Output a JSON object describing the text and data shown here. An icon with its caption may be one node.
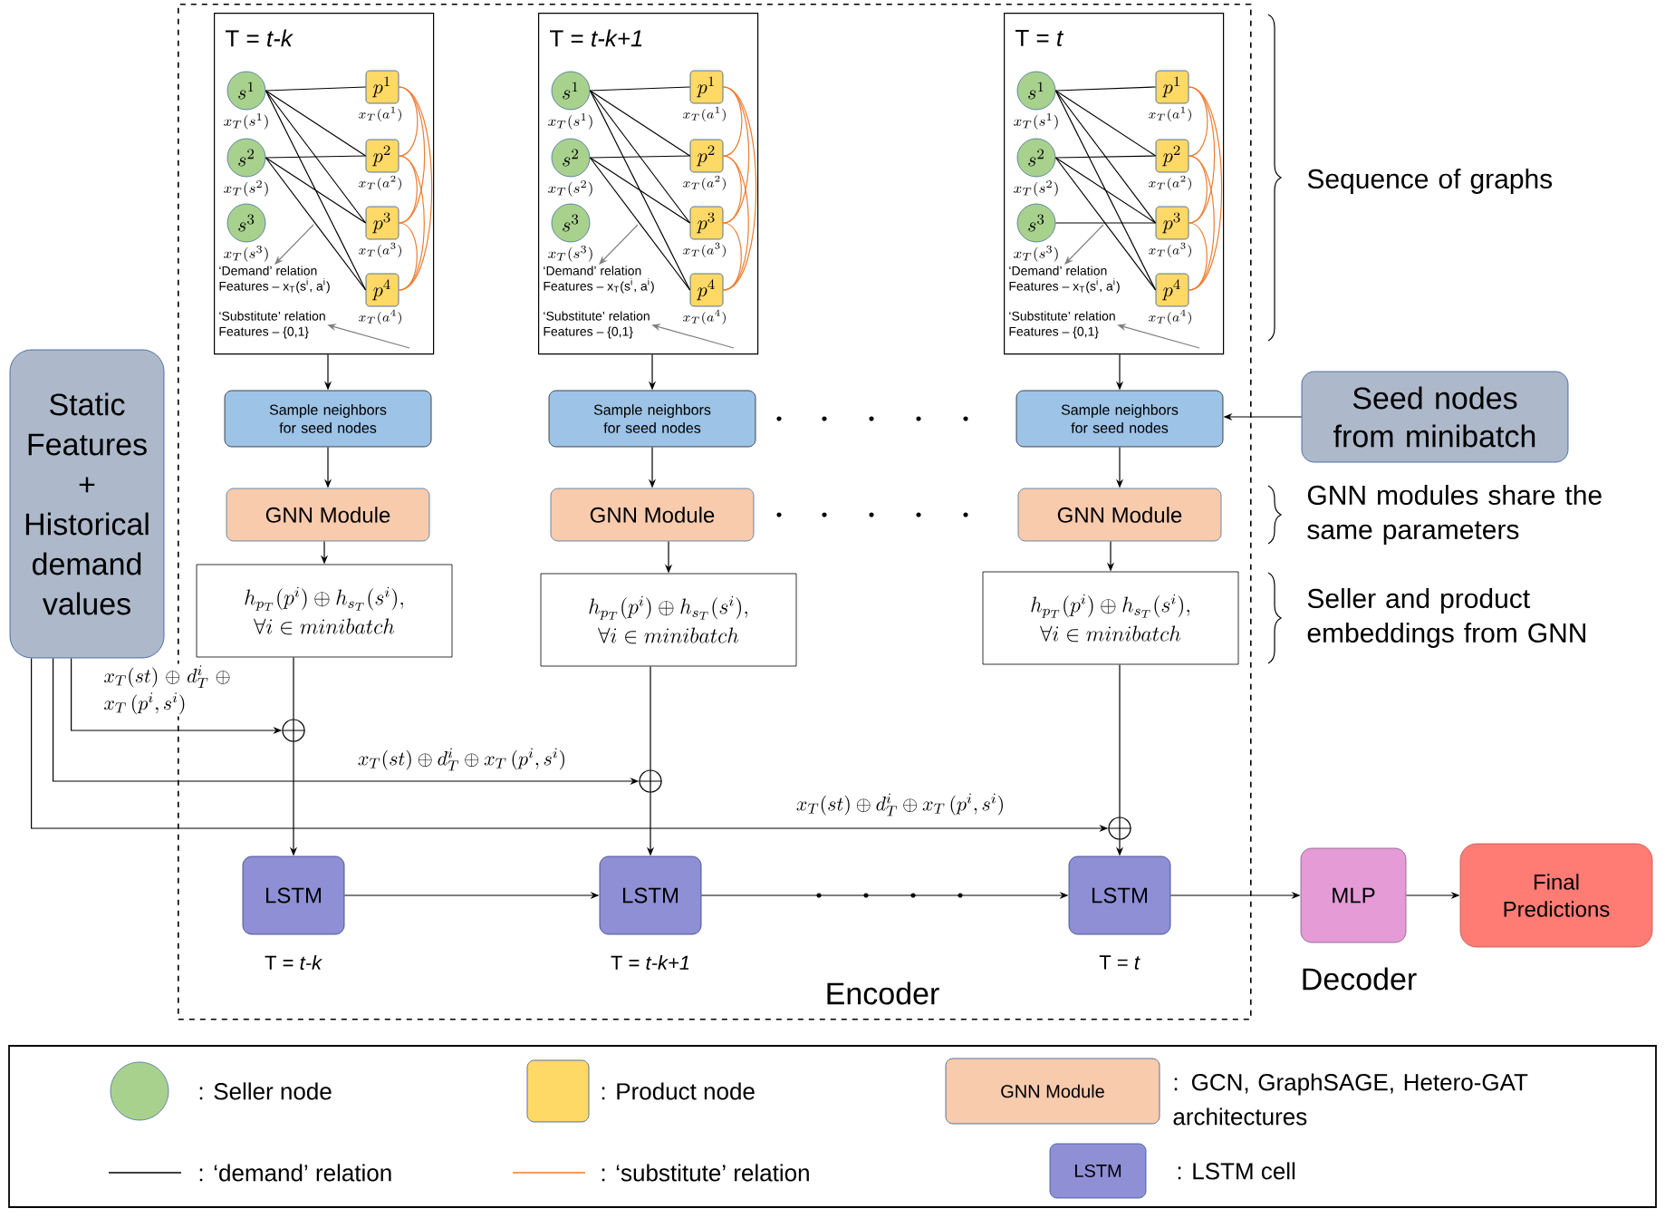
{
  "diagram": {
    "nodes": [
      {
        "text": [
          "Encoder"
        ]
      },
      {
        "text": [
          "T = *t-k*"
        ],
        "in": 0
      },
      {
        "text": [
          "s^1"
        ],
        "beside": [
          "x_T(s^1)"
        ],
        "in": 1
      },
      {
        "text": [
          "s^2"
        ],
        "beside": [
          "x_T(s^2)"
        ],
        "in": 1
      },
      {
        "text": [
          "s^3"
        ],
        "beside": [
          "x_T(s^3)"
        ],
        "in": 1
      },
      {
        "text": [
          "p^1"
        ],
        "beside": [
          "x_T(a^1)"
        ],
        "in": 1
      },
      {
        "text": [
          "p^2"
        ],
        "beside": [
          "x_T(a^2)"
        ],
        "in": 1
      },
      {
        "text": [
          "p^3"
        ],
        "beside": [
          "x_T(a^3)"
        ],
        "in": 1
      },
      {
        "text": [
          "p^4"
        ],
        "beside": [
          "x_T(a^4)"
        ],
        "in": 1
      },
      {
        "text": [
          "‘Demand’ relation",
          "Features – x$_{T}$(s$^{i}$, a$^{i}$)"
        ],
        "in": 1
      },
      {
        "text": [
          "‘Substitute’ relation",
          "Features – {0,1}"
        ],
        "in": 1
      },
      {
        "text": [
          "T = *t-k+1*"
        ],
        "in": 0
      },
      {
        "text": [
          "s^1"
        ],
        "beside": [
          "x_T(s^1)"
        ],
        "in": 11
      },
      {
        "text": [
          "s^2"
        ],
        "beside": [
          "x_T(s^2)"
        ],
        "in": 11
      },
      {
        "text": [
          "s^3"
        ],
        "beside": [
          "x_T(s^3)"
        ],
        "in": 11
      },
      {
        "text": [
          "p^1"
        ],
        "beside": [
          "x_T(a^1)"
        ],
        "in": 11
      },
      {
        "text": [
          "p^2"
        ],
        "beside": [
          "x_T(a^2)"
        ],
        "in": 11
      },
      {
        "text": [
          "p^3"
        ],
        "beside": [
          "x_T(a^3)"
        ],
        "in": 11
      },
      {
        "text": [
          "p^4"
        ],
        "beside": [
          "x_T(a^4)"
        ],
        "in": 11
      },
      {
        "text": [
          "‘Demand’ relation",
          "Features – x$_{T}$(s$^{i}$, a$^{i}$)"
        ],
        "in": 11
      },
      {
        "text": [
          "‘Substitute’ relation",
          "Features – {0,1}"
        ],
        "in": 11
      },
      {
        "text": [
          "T = *t*"
        ],
        "in": 0
      },
      {
        "text": [
          "s^1"
        ],
        "beside": [
          "x_T(s^1)"
        ],
        "in": 21
      },
      {
        "text": [
          "s^2"
        ],
        "beside": [
          "x_T(s^2)"
        ],
        "in": 21
      },
      {
        "text": [
          "s^3"
        ],
        "beside": [
          "x_T(s^3)"
        ],
        "in": 21
      },
      {
        "text": [
          "p^1"
        ],
        "beside": [
          "x_T(a^1)"
        ],
        "in": 21
      },
      {
        "text": [
          "p^2"
        ],
        "beside": [
          "x_T(a^2)"
        ],
        "in": 21
      },
      {
        "text": [
          "p^3"
        ],
        "beside": [
          "x_T(a^3)"
        ],
        "in": 21
      },
      {
        "text": [
          "p^4"
        ],
        "beside": [
          "x_T(a^4)"
        ],
        "in": 21
      },
      {
        "text": [
          "‘Demand’ relation",
          "Features – x$_{T}$(s$^{i}$, a$^{i}$)"
        ],
        "in": 21
      },
      {
        "text": [
          "‘Substitute’ relation",
          "Features – {0,1}"
        ],
        "in": 21
      },
      {
        "text": [
          "Sample neighbors for seed nodes"
        ],
        "in": 0
      },
      {
        "text": [
          "Sample neighbors for seed nodes"
        ],
        "in": 0
      },
      {
        "text": [
          "Sample neighbors for seed nodes"
        ],
        "in": 0
      },
      {
        "text": [
          "Seed nodes from minibatch"
        ]
      },
      {
        "text": [
          "GNN Module"
        ],
        "in": 0
      },
      {
        "text": [
          "GNN Module"
        ],
        "in": 0
      },
      {
        "text": [
          "GNN Module"
        ],
        "in": 0
      },
      {
        "text": [
          "h_{p_T}(p^i) \\oplus h_{s_T}(s^i),",
          "\\forall i \\in minibatch"
        ],
        "in": 0
      },
      {
        "text": [
          "h_{p_T}(p^i) \\oplus h_{s_T}(s^i),",
          "\\forall i \\in minibatch"
        ],
        "in": 0
      },
      {
        "text": [
          "h_{p_T}(p^i) \\oplus h_{s_T}(s^i),",
          "\\forall i \\in minibatch"
        ],
        "in": 0
      },
      {
        "text": [
          "Static Features + Historical demand values"
        ]
      },
      {
        "text": [],
        "shape": "circle",
        "in": 0
      },
      {
        "text": [],
        "shape": "circle",
        "in": 0
      },
      {
        "text": [],
        "shape": "circle",
        "in": 0
      },
      {
        "text": [
          "LSTM"
        ],
        "beside": [
          "T = *t-k*"
        ],
        "in": 0
      },
      {
        "text": [
          "LSTM"
        ],
        "beside": [
          "T = *t-k+1*"
        ],
        "in": 0
      },
      {
        "text": [
          "LSTM"
        ],
        "beside": [
          "T = *t*"
        ],
        "in": 0
      },
      {
        "text": [
          "MLP"
        ]
      },
      {
        "text": [
          "Final Predictions"
        ]
      }
    ],
    "edges": [
      {
        "from": 2,
        "to": 5,
        "arrow": "none"
      },
      {
        "from": 2,
        "to": 6,
        "arrow": "none"
      },
      {
        "from": 2,
        "to": 7,
        "arrow": "none"
      },
      {
        "from": 2,
        "to": 8,
        "arrow": "none"
      },
      {
        "from": 3,
        "to": 6,
        "arrow": "none"
      },
      {
        "from": 3,
        "to": 7,
        "arrow": "none"
      },
      {
        "from": 3,
        "to": 8,
        "arrow": "none"
      },
      {
        "from": 5,
        "to": 6,
        "arrow": "none",
        "color": "#ed7d31"
      },
      {
        "from": 6,
        "to": 7,
        "arrow": "none",
        "color": "#ed7d31"
      },
      {
        "from": 7,
        "to": 8,
        "arrow": "none",
        "color": "#ed7d31"
      },
      {
        "from": 5,
        "to": 7,
        "arrow": "none",
        "color": "#ed7d31"
      },
      {
        "from": 6,
        "to": 8,
        "arrow": "none",
        "color": "#ed7d31"
      },
      {
        "from": 5,
        "to": 8,
        "arrow": "none",
        "color": "#ed7d31"
      },
      {
        "from": null,
        "to": 9,
        "arrow": "to",
        "color": "#7f7f7f"
      },
      {
        "from": null,
        "to": 10,
        "arrow": "to",
        "color": "#7f7f7f"
      },
      {
        "from": 12,
        "to": 15,
        "arrow": "none"
      },
      {
        "from": 12,
        "to": 16,
        "arrow": "none"
      },
      {
        "from": 12,
        "to": 17,
        "arrow": "none"
      },
      {
        "from": 12,
        "to": 18,
        "arrow": "none"
      },
      {
        "from": 13,
        "to": 16,
        "arrow": "none"
      },
      {
        "from": 13,
        "to": 17,
        "arrow": "none"
      },
      {
        "from": 13,
        "to": 18,
        "arrow": "none"
      },
      {
        "from": 15,
        "to": 16,
        "arrow": "none",
        "color": "#ed7d31"
      },
      {
        "from": 16,
        "to": 17,
        "arrow": "none",
        "color": "#ed7d31"
      },
      {
        "from": 17,
        "to": 18,
        "arrow": "none",
        "color": "#ed7d31"
      },
      {
        "from": 15,
        "to": 17,
        "arrow": "none",
        "color": "#ed7d31"
      },
      {
        "from": 16,
        "to": 18,
        "arrow": "none",
        "color": "#ed7d31"
      },
      {
        "from": 15,
        "to": 18,
        "arrow": "none",
        "color": "#ed7d31"
      },
      {
        "from": null,
        "to": 19,
        "arrow": "to",
        "color": "#7f7f7f"
      },
      {
        "from": null,
        "to": 20,
        "arrow": "to",
        "color": "#7f7f7f"
      },
      {
        "from": 22,
        "to": 25,
        "arrow": "none"
      },
      {
        "from": 22,
        "to": 26,
        "arrow": "none"
      },
      {
        "from": 22,
        "to": 27,
        "arrow": "none"
      },
      {
        "from": 22,
        "to": 28,
        "arrow": "none"
      },
      {
        "from": 23,
        "to": 26,
        "arrow": "none"
      },
      {
        "from": 23,
        "to": 27,
        "arrow": "none"
      },
      {
        "from": 23,
        "to": 28,
        "arrow": "none"
      },
      {
        "from": 24,
        "to": 27,
        "arrow": "none"
      },
      {
        "from": 25,
        "to": 26,
        "arrow": "none",
        "color": "#ed7d31"
      },
      {
        "from": 26,
        "to": 27,
        "arrow": "none",
        "color": "#ed7d31"
      },
      {
        "from": 27,
        "to": 28,
        "arrow": "none",
        "color": "#ed7d31"
      },
      {
        "from": 25,
        "to": 27,
        "arrow": "none",
        "color": "#ed7d31"
      },
      {
        "from": 26,
        "to": 28,
        "arrow": "none",
        "color": "#ed7d31"
      },
      {
        "from": 25,
        "to": 28,
        "arrow": "none",
        "color": "#ed7d31"
      },
      {
        "from": null,
        "to": 29,
        "arrow": "to",
        "color": "#7f7f7f"
      },
      {
        "from": null,
        "to": 30,
        "arrow": "to",
        "color": "#7f7f7f"
      },
      {
        "from": 1,
        "to": 31,
        "arrow": "to"
      },
      {
        "from": 11,
        "to": 32,
        "arrow": "to"
      },
      {
        "from": 21,
        "to": 33,
        "arrow": "to"
      },
      {
        "from": 34,
        "to": 33,
        "arrow": "to"
      },
      {
        "from": 31,
        "to": 35,
        "arrow": "to"
      },
      {
        "from": 32,
        "to": 36,
        "arrow": "to"
      },
      {
        "from": 33,
        "to": 37,
        "arrow": "to"
      },
      {
        "from": 35,
        "to": 38,
        "arrow": "to"
      },
      {
        "from": 36,
        "to": 39,
        "arrow": "to"
      },
      {
        "from": 37,
        "to": 40,
        "arrow": "to"
      },
      {
        "from": 38,
        "to": 42,
        "arrow": "none"
      },
      {
        "from": 39,
        "to": 43,
        "arrow": "none"
      },
      {
        "from": 40,
        "to": 44,
        "arrow": "none"
      },
      {
        "from": 41,
        "to": 42,
        "arrow": "to",
        "label": "x_T(st) \\oplus d_T^i \\oplus x_T\\,(p^i, s^i)"
      },
      {
        "from": 41,
        "to": 43,
        "arrow": "to",
        "label": "x_T(st) \\oplus d_T^i \\oplus x_T\\,(p^i, s^i)"
      },
      {
        "from": 41,
        "to": 44,
        "arrow": "to",
        "label": "x_T(st) \\oplus d_T^i \\oplus x_T\\,(p^i, s^i)"
      },
      {
        "from": 42,
        "to": 45,
        "arrow": "to"
      },
      {
        "from": 43,
        "to": 46,
        "arrow": "to"
      },
      {
        "from": 44,
        "to": 47,
        "arrow": "to"
      },
      {
        "from": 45,
        "to": 46,
        "arrow": "to"
      },
      {
        "from": 46,
        "to": 47,
        "arrow": "to"
      },
      {
        "from": 47,
        "to": 48,
        "arrow": "to"
      },
      {
        "from": 48,
        "to": 49,
        "arrow": "to"
      }
    ],
    "labels": [
      "Sequence of graphs",
      "GNN modules share the same parameters",
      "Seller and product embeddings from GNN",
      "Decoder",
      "GNN Module",
      "LSTM"
    ],
    "legend": [
      {
        "text": ": Seller node",
        "color": "#a9d18e"
      },
      {
        "text": ": Product node",
        "color": "#ffd966"
      },
      {
        "text": ": GCN, GraphSAGE, Hetero-GAT architectures",
        "color": "#f8cbad"
      },
      {
        "text": ": ‘demand’ relation"
      },
      {
        "text": ": ‘substitute’ relation"
      },
      {
        "text": ": LSTM cell",
        "color": "#8f8fd6"
      }
    ]
  }
}
